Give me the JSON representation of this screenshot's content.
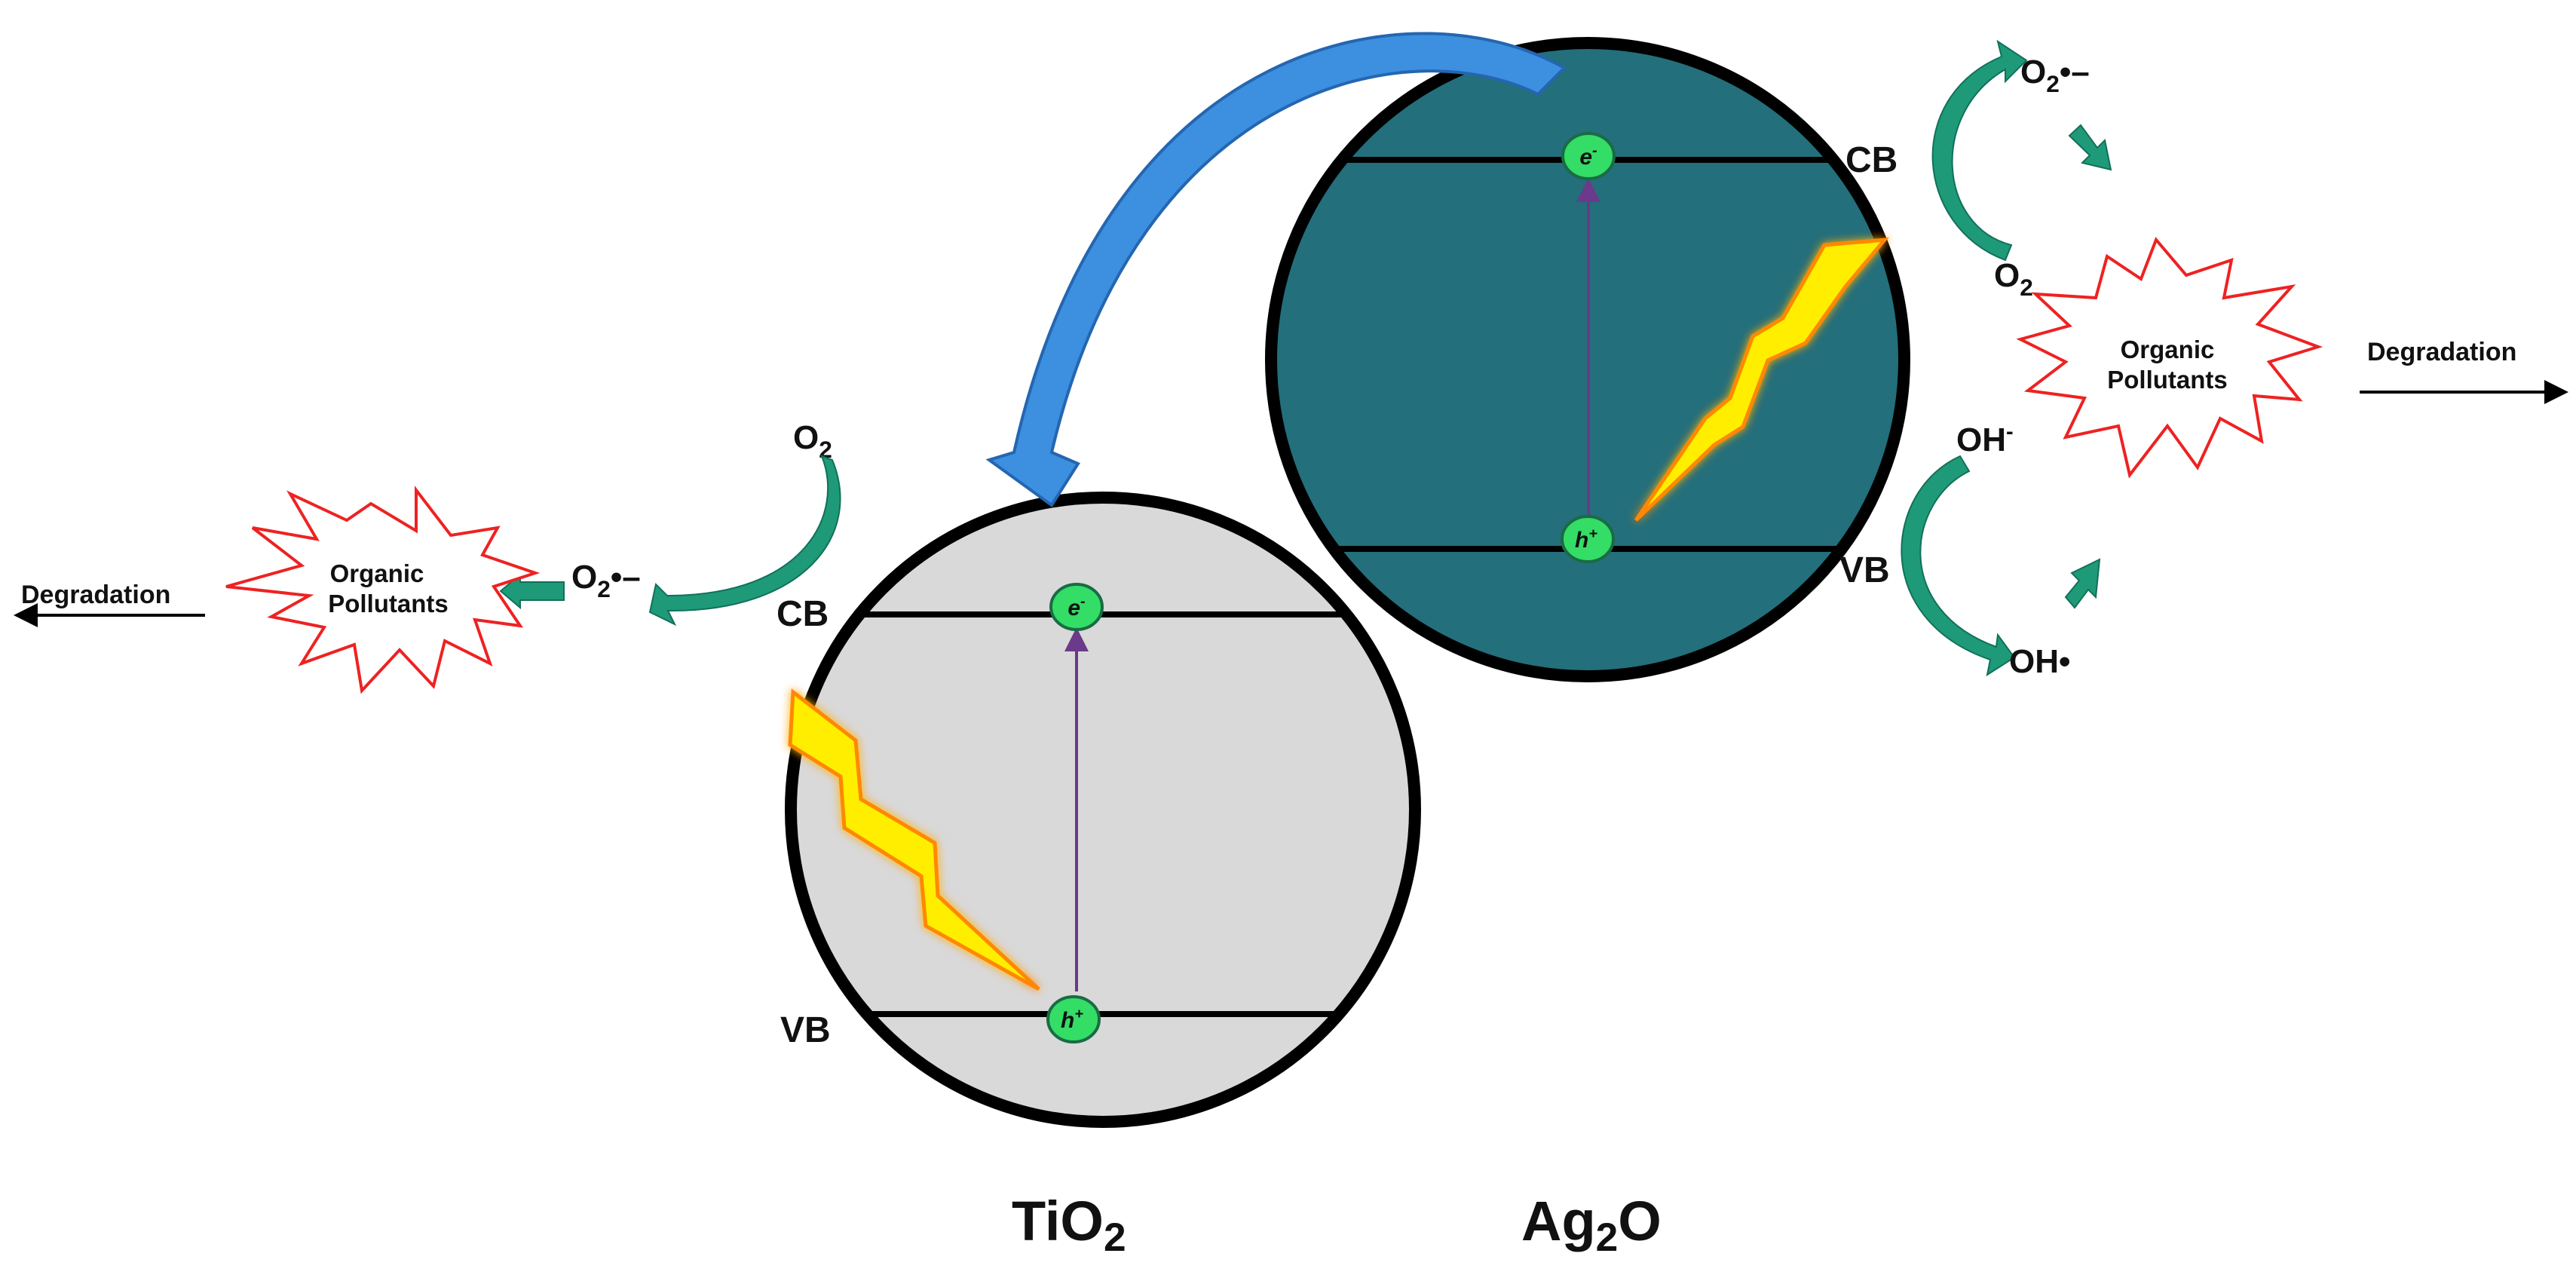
{
  "colors": {
    "background": "#ffffff",
    "tio2_fill": "#d9d9d9",
    "ag2o_fill": "#236f7b",
    "outline": "#000000",
    "carrier_fill": "#33dd66",
    "excitation_arrow": "#6b3a8a",
    "transfer_arrow": "#3d8fe0",
    "teal_arrow": "#1e9a78",
    "starburst_stroke": "#ee2222",
    "lightning_fill": "#ffee00",
    "lightning_stroke": "#ff8800"
  },
  "particles": {
    "tio2": {
      "name": "TiO",
      "subscript": "2",
      "cb_label": "CB",
      "vb_label": "VB",
      "electron": "e",
      "electron_sup": "-",
      "hole": "h",
      "hole_sup": "+"
    },
    "ag2o": {
      "name_a": "Ag",
      "subscript": "2",
      "name_b": "O",
      "cb_label": "CB",
      "vb_label": "VB",
      "electron": "e",
      "electron_sup": "-",
      "hole": "h",
      "hole_sup": "+"
    }
  },
  "left_side": {
    "o2": "O",
    "o2_sub": "2",
    "superoxide": "O",
    "superoxide_sub": "2",
    "superoxide_tail": "•–",
    "pollutant_line1": "Organic",
    "pollutant_line2": "Pollutants",
    "degradation": "Degradation"
  },
  "right_side": {
    "superoxide": "O",
    "superoxide_sub": "2",
    "superoxide_tail": "•–",
    "o2": "O",
    "o2_sub": "2",
    "hydroxide": "OH",
    "hydroxide_sup": "-",
    "hydroxyl": "OH•",
    "pollutant_line1": "Organic",
    "pollutant_line2": "Pollutants",
    "degradation": "Degradation"
  }
}
